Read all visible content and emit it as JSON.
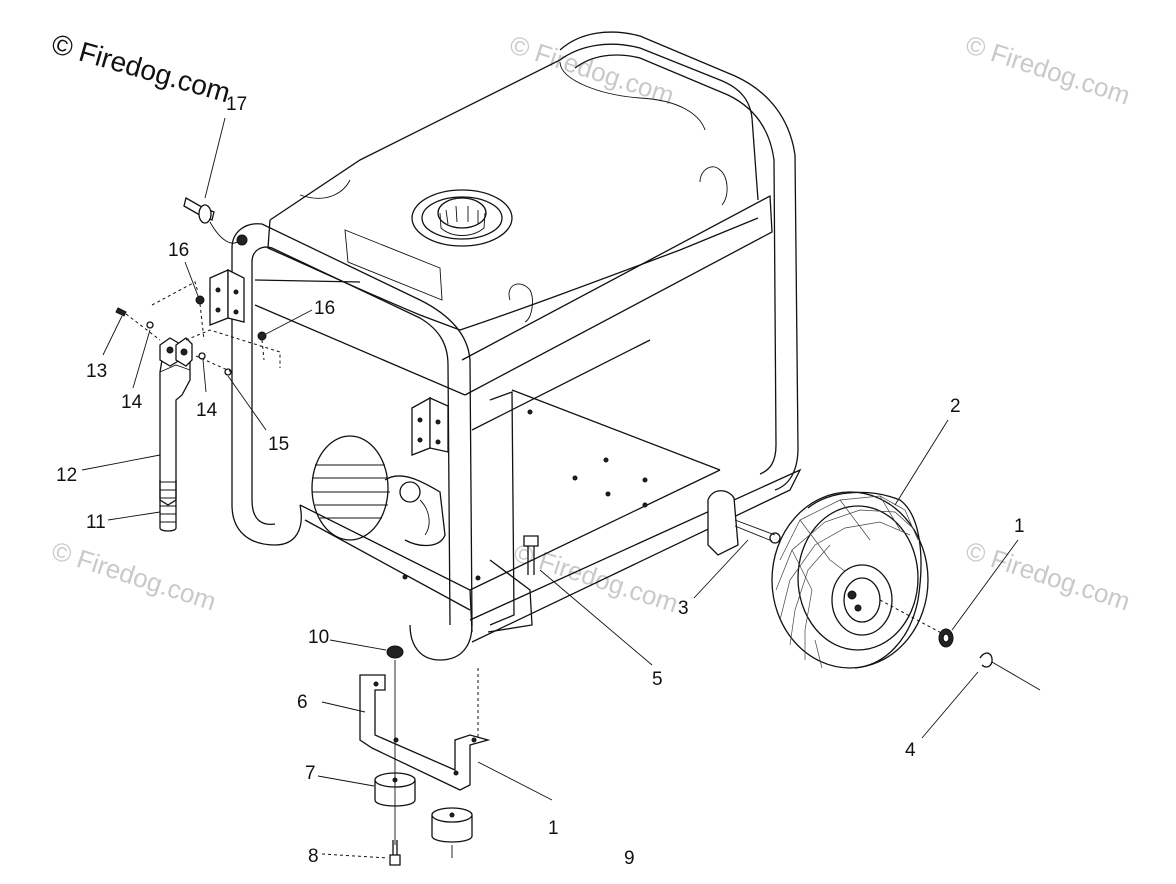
{
  "watermarks": {
    "main": "© Firedog.com",
    "faint": [
      "© Firedog.com",
      "© Firedog.com",
      "© Firedog.com",
      "© Firedog.com",
      "© Firedog.com"
    ]
  },
  "callouts": [
    {
      "label": "1",
      "part": "washer"
    },
    {
      "label": "2",
      "part": "wheel"
    },
    {
      "label": "3",
      "part": "axle"
    },
    {
      "label": "4",
      "part": "cotter-pin"
    },
    {
      "label": "5",
      "part": "bolt"
    },
    {
      "label": "6",
      "part": "leg-bracket"
    },
    {
      "label": "7",
      "part": "rubber-foot"
    },
    {
      "label": "8",
      "part": "bolt"
    },
    {
      "label": "9",
      "part": "nut"
    },
    {
      "label": "10",
      "part": "nut"
    },
    {
      "label": "11",
      "part": "handle-grip"
    },
    {
      "label": "12",
      "part": "handle"
    },
    {
      "label": "13",
      "part": "screw"
    },
    {
      "label": "14",
      "part": "washer"
    },
    {
      "label": "14",
      "part": "washer"
    },
    {
      "label": "15",
      "part": "nut"
    },
    {
      "label": "16",
      "part": "nut"
    },
    {
      "label": "16",
      "part": "nut"
    },
    {
      "label": "17",
      "part": "pin"
    },
    {
      "label": "1",
      "part": "bracket-bolt"
    }
  ]
}
